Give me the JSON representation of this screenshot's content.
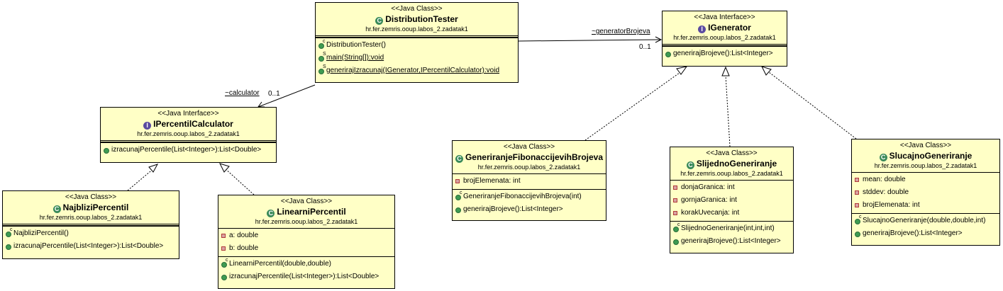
{
  "markers": {
    "constructor": "c",
    "static": "S"
  },
  "colors": {
    "class_fill": "#ffffc6",
    "class_badge": "#3a8a5a",
    "interface_badge": "#5a4aa0"
  },
  "associations": {
    "generator": {
      "role": "~generatorBrojeva",
      "multiplicity": "0..1"
    },
    "calculator": {
      "role": "~calculator",
      "multiplicity": "0..1"
    }
  },
  "classes": {
    "distribution_tester": {
      "stereotype": "<<Java Class>>",
      "badge": "C",
      "name": "DistributionTester",
      "package": "hr.fer.zemris.ooup.labos_2.zadatak1",
      "operations": [
        "DistributionTester()",
        "main(String[]):void",
        "generirajIzracunaj(IGenerator,IPercentilCalculator):void"
      ]
    },
    "igenerator": {
      "stereotype": "<<Java Interface>>",
      "badge": "I",
      "name": "IGenerator",
      "package": "hr.fer.zemris.ooup.labos_2.zadatak1",
      "operations": [
        "generirajBrojeve():List<Integer>"
      ]
    },
    "ipercentil_calculator": {
      "stereotype": "<<Java Interface>>",
      "badge": "I",
      "name": "IPercentilCalculator",
      "package": "hr.fer.zemris.ooup.labos_2.zadatak1",
      "operations": [
        "izracunajPercentile(List<Integer>):List<Double>"
      ]
    },
    "najblizi_percentil": {
      "stereotype": "<<Java Class>>",
      "badge": "C",
      "name": "NajbliziPercentil",
      "package": "hr.fer.zemris.ooup.labos_2.zadatak1",
      "operations": [
        "NajbliziPercentil()",
        "izracunajPercentile(List<Integer>):List<Double>"
      ]
    },
    "linearni_percentil": {
      "stereotype": "<<Java Class>>",
      "badge": "C",
      "name": "LinearniPercentil",
      "package": "hr.fer.zemris.ooup.labos_2.zadatak1",
      "attributes": [
        "a: double",
        "b: double"
      ],
      "operations": [
        "LinearniPercentil(double,double)",
        "izracunajPercentile(List<Integer>):List<Double>"
      ]
    },
    "fibonacci": {
      "stereotype": "<<Java Class>>",
      "badge": "C",
      "name": "GeneriranjeFibonaccijevihBrojeva",
      "package": "hr.fer.zemris.ooup.labos_2.zadatak1",
      "attributes": [
        "brojElemenata: int"
      ],
      "operations": [
        "GeneriranjeFibonaccijevihBrojeva(int)",
        "generirajBrojeve():List<Integer>"
      ]
    },
    "slijedno": {
      "stereotype": "<<Java Class>>",
      "badge": "C",
      "name": "SlijednoGeneriranje",
      "package": "hr.fer.zemris.ooup.labos_2.zadatak1",
      "attributes": [
        "donjaGranica: int",
        "gornjaGranica: int",
        "korakUvecanja: int"
      ],
      "operations": [
        "SlijednoGeneriranje(int,int,int)",
        "generirajBrojeve():List<Integer>"
      ]
    },
    "slucajno": {
      "stereotype": "<<Java Class>>",
      "badge": "C",
      "name": "SlucajnoGeneriranje",
      "package": "hr.fer.zemris.ooup.labos_2.zadatak1",
      "attributes": [
        "mean: double",
        "stddev: double",
        "brojElemenata: int"
      ],
      "operations": [
        "SlucajnoGeneriranje(double,double,int)",
        "generirajBrojeve():List<Integer>"
      ]
    }
  }
}
